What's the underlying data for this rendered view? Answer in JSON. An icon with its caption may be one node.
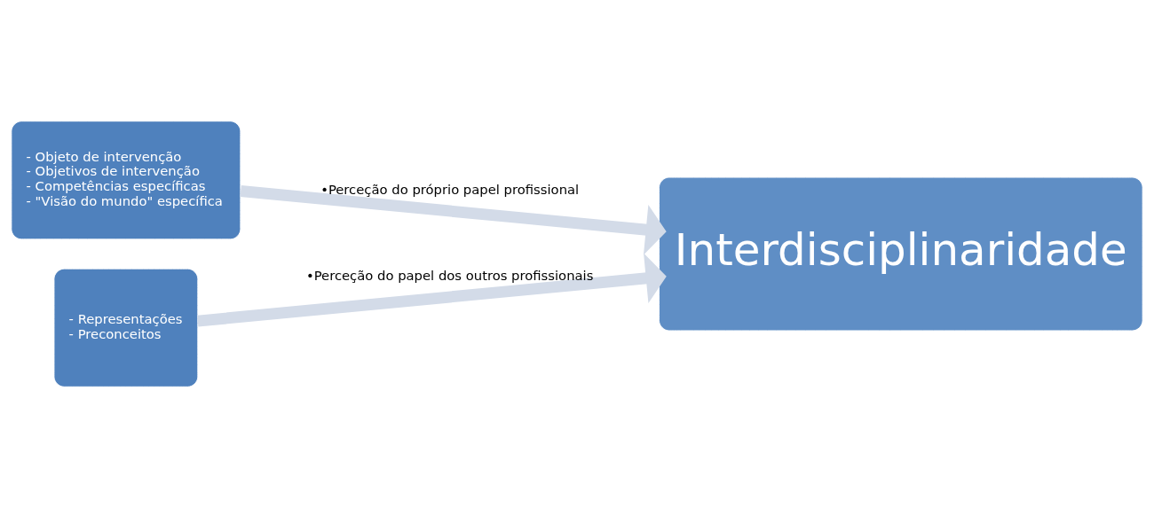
{
  "diagram": {
    "nodes": [
      {
        "text": [
          "- Objeto de intervenção",
          "- Objetivos de intervenção",
          "- Competências específicas",
          "- \"Visão do mundo\" específica"
        ]
      },
      {
        "text": [
          "- Representações",
          "- Preconceitos"
        ]
      },
      {
        "text": [
          "Interdisciplinaridade"
        ]
      }
    ],
    "edges": [
      {
        "from": 0,
        "to": 2,
        "arrow": "to",
        "label": "•Perceção do próprio papel profissional"
      },
      {
        "from": 1,
        "to": 2,
        "arrow": "to",
        "label": "•Perceção do papel dos outros profissionais"
      }
    ]
  }
}
